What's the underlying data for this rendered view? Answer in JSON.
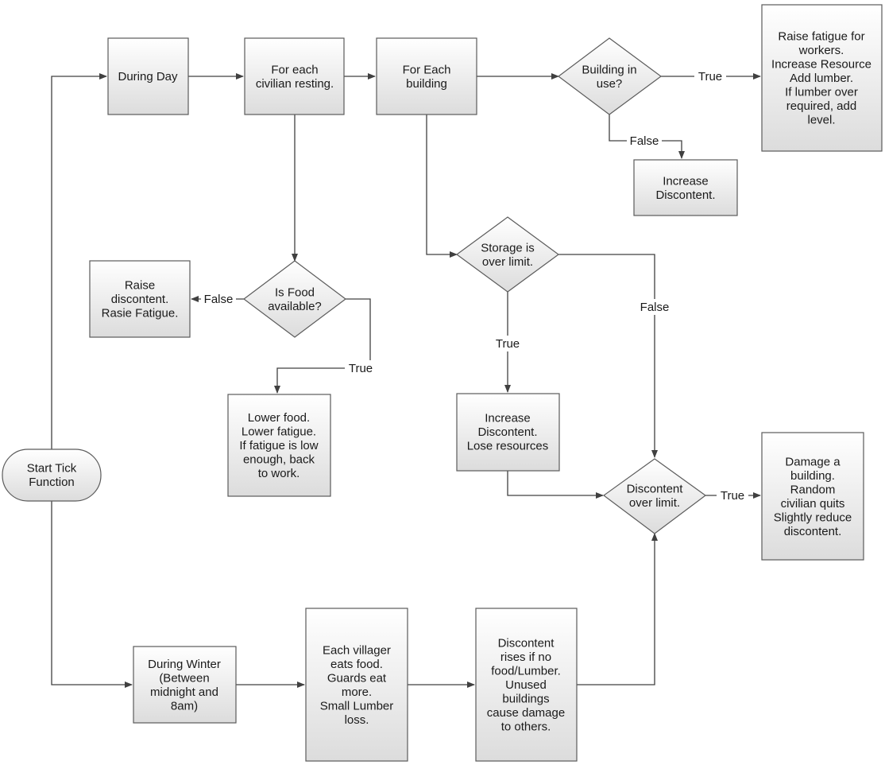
{
  "nodes": {
    "start": "Start Tick\nFunction",
    "during_day": "During Day",
    "each_civilian": "For each\ncivilian resting.",
    "each_building": "For Each\nbuilding",
    "building_in_use": "Building in\nuse?",
    "raise_fatigue_workers": "Raise fatigue for\nworkers.\nIncrease Resource\nAdd lumber.\nIf lumber over\nrequired, add\nlevel.",
    "increase_discontent_1": "Increase\nDiscontent.",
    "storage_over_limit": "Storage is\nover limit.",
    "is_food_available": "Is Food\navailable?",
    "raise_discontent": "Raise\ndiscontent.\nRasie Fatigue.",
    "lower_food": "Lower food.\nLower fatigue.\nIf fatigue is low\nenough, back\nto work.",
    "increase_discontent_2": "Increase\nDiscontent.\nLose resources",
    "discontent_over_limit": "Discontent\nover limit.",
    "damage_building": "Damage a\nbuilding.\nRandom\ncivilian quits\nSlightly reduce\ndiscontent.",
    "during_winter": "During Winter\n(Between\nmidnight and\n8am)",
    "villager_eats": "Each villager\neats food.\nGuards eat\nmore.\nSmall Lumber\nloss.",
    "discontent_rises": "Discontent\nrises if no\nfood/Lumber.\nUnused\nbuildings\ncause damage\nto others."
  },
  "edge_labels": {
    "building_true": "True",
    "building_false": "False",
    "storage_true": "True",
    "storage_false": "False",
    "food_false": "False",
    "food_true": "True",
    "discontent_true": "True"
  }
}
